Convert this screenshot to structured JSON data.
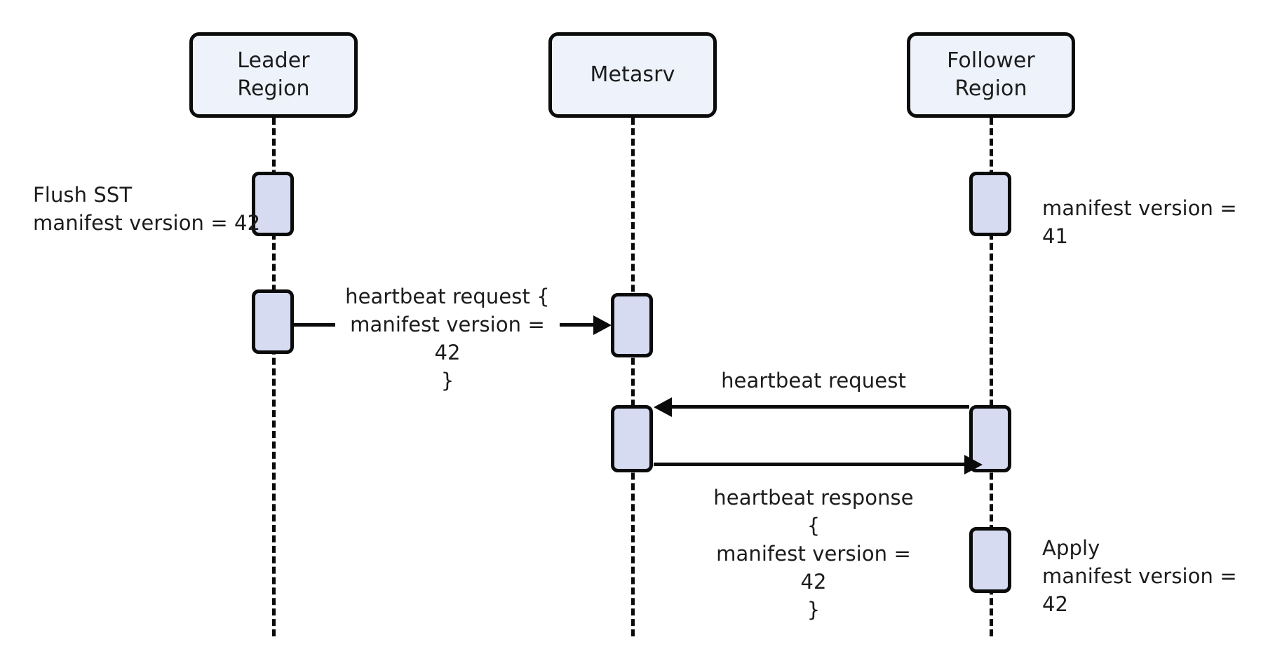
{
  "diagram": {
    "type": "sequence-diagram",
    "title": "",
    "background_color": "#ffffff",
    "participant_fill": "#eef2fb",
    "activation_fill": "#d6dbf2",
    "stroke_color": "#0b0b0b",
    "text_color": "#1c1c1c"
  },
  "participants": [
    {
      "id": "leader",
      "label": "Leader\nRegion"
    },
    {
      "id": "metasrv",
      "label": "Metasrv"
    },
    {
      "id": "follower",
      "label": "Follower\nRegion"
    }
  ],
  "notes": [
    {
      "id": "flush-sst",
      "text": "Flush SST\nmanifest version = 42",
      "side": "left",
      "attached_to": "leader"
    },
    {
      "id": "follower-version",
      "text": "manifest version = 41",
      "side": "right",
      "attached_to": "follower"
    },
    {
      "id": "apply",
      "text": "Apply\nmanifest version = 42",
      "side": "right",
      "attached_to": "follower"
    }
  ],
  "messages": [
    {
      "id": "leader-heartbeat-request",
      "from": "leader",
      "to": "metasrv",
      "direction": "right",
      "label": "heartbeat request {\n   manifest version = 42\n}"
    },
    {
      "id": "follower-heartbeat-request",
      "from": "follower",
      "to": "metasrv",
      "direction": "left",
      "label": "heartbeat request"
    },
    {
      "id": "metasrv-heartbeat-response",
      "from": "metasrv",
      "to": "follower",
      "direction": "right",
      "label": "heartbeat response {\n   manifest version = 42\n}"
    }
  ]
}
